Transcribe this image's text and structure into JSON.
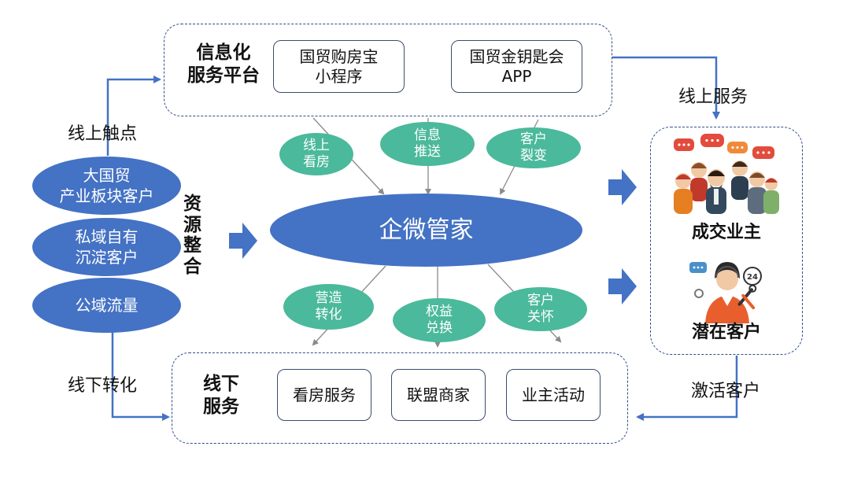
{
  "platform": {
    "title": "信息化\n服务平台",
    "items": [
      "国贸购房宝\n小程序",
      "国贸金钥匙会\nAPP"
    ]
  },
  "sources": [
    "大国贸\n产业板块客户",
    "私域自有\n沉淀客户",
    "公域流量"
  ],
  "integration_label": "资\n源\n整\n合",
  "hub": "企微管家",
  "online_features": [
    "线上\n看房",
    "信息\n推送",
    "客户\n裂变"
  ],
  "offline_features": [
    "营造\n转化",
    "权益\n兑换",
    "客户\n关怀"
  ],
  "offline": {
    "title": "线下\n服务",
    "items": [
      "看房服务",
      "联盟商家",
      "业主活动"
    ]
  },
  "customers": {
    "owner_label": "成交业主",
    "potential_label": "潜在客户"
  },
  "flow_labels": {
    "online_touch": "线上触点",
    "offline_convert": "线下转化",
    "online_service": "线上服务",
    "activate": "激活客户"
  },
  "colors": {
    "primary_blue": "#4472c4",
    "teal": "#4bb99b",
    "dashed_border": "#2e4f8a"
  }
}
